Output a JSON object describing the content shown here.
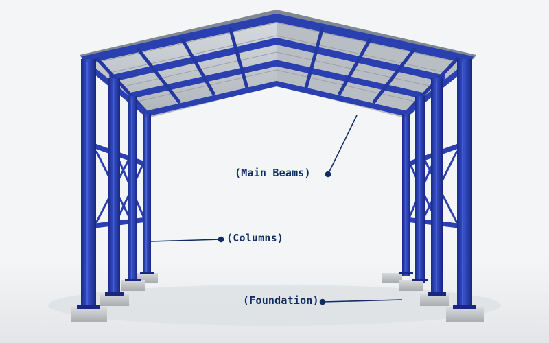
{
  "callouts": {
    "main_beams": "(Main Beams)",
    "columns": "(Columns)",
    "foundation": "(Foundation)"
  },
  "colors": {
    "steel_blue": "#2a3fb0",
    "steel_dark": "#17257a",
    "roof_sheet": "#c9ced4",
    "concrete": "#c7c9cb",
    "label": "#0f2d63"
  }
}
